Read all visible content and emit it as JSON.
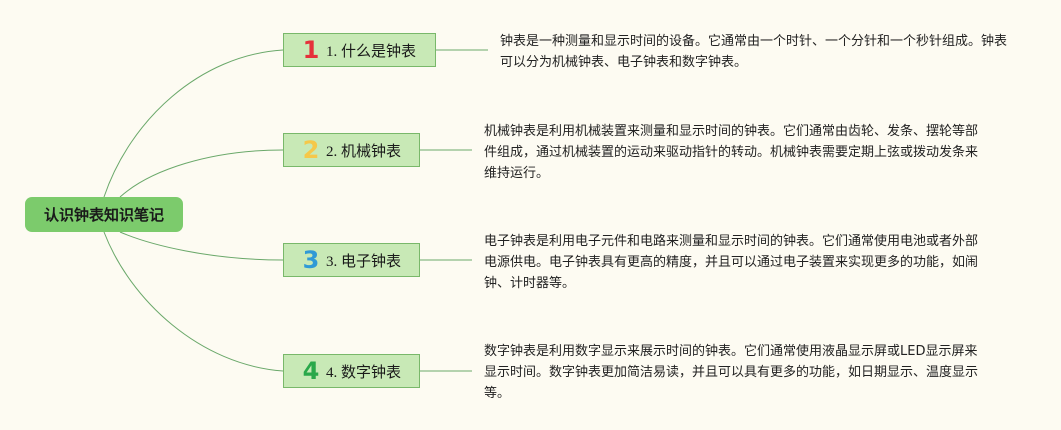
{
  "root": {
    "label": "认识钟表知识笔记"
  },
  "branches": [
    {
      "number": "1",
      "number_color": "#e5313a",
      "label": "1. 什么是钟表",
      "description": "钟表是一种测量和显示时间的设备。它通常由一个时针、一个分针和一个秒针组成。钟表可以分为机械钟表、电子钟表和数字钟表。"
    },
    {
      "number": "2",
      "number_color": "#f5c84a",
      "label": "2. 机械钟表",
      "description": "机械钟表是利用机械装置来测量和显示时间的钟表。它们通常由齿轮、发条、摆轮等部件组成，通过机械装置的运动来驱动指针的转动。机械钟表需要定期上弦或拨动发条来维持运行。"
    },
    {
      "number": "3",
      "number_color": "#2f9ad6",
      "label": "3. 电子钟表",
      "description": "电子钟表是利用电子元件和电路来测量和显示时间的钟表。它们通常使用电池或者外部电源供电。电子钟表具有更高的精度，并且可以通过电子装置来实现更多的功能，如闹钟、计时器等。"
    },
    {
      "number": "4",
      "number_color": "#2aa84a",
      "label": "4. 数字钟表",
      "description": "数字钟表是利用数字显示来展示时间的钟表。它们通常使用液晶显示屏或LED显示屏来显示时间。数字钟表更加简洁易读，并且可以具有更多的功能，如日期显示、温度显示等。"
    }
  ],
  "colors": {
    "background": "#fdfbf2",
    "root_fill": "#7ccb6c",
    "branch_fill": "#c8e9b6",
    "branch_border": "#79b86a",
    "connector": "#6aa86a"
  }
}
